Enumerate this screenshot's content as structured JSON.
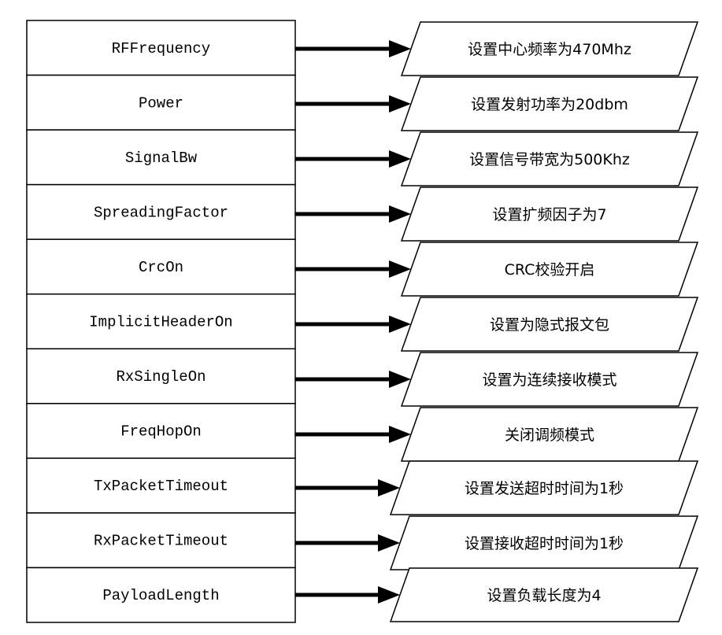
{
  "rows": [
    {
      "param": "RFFrequency",
      "description": "设置中心频率为470Mhz"
    },
    {
      "param": "Power",
      "description": "设置发射功率为20dbm"
    },
    {
      "param": "SignalBw",
      "description": "设置信号带宽为500Khz"
    },
    {
      "param": "SpreadingFactor",
      "description": "设置扩频因子为7"
    },
    {
      "param": "CrcOn",
      "description": "CRC校验开启"
    },
    {
      "param": "ImplicitHeaderOn",
      "description": "设置为隐式报文包"
    },
    {
      "param": "RxSingleOn",
      "description": "设置为连续接收模式"
    },
    {
      "param": "FreqHopOn",
      "description": "关闭调频模式"
    },
    {
      "param": "TxPacketTimeout",
      "description": "设置发送超时时间为1秒"
    },
    {
      "param": "RxPacketTimeout",
      "description": "设置接收超时时间为1秒"
    },
    {
      "param": "PayloadLength",
      "description": "设置负载长度为4"
    }
  ]
}
